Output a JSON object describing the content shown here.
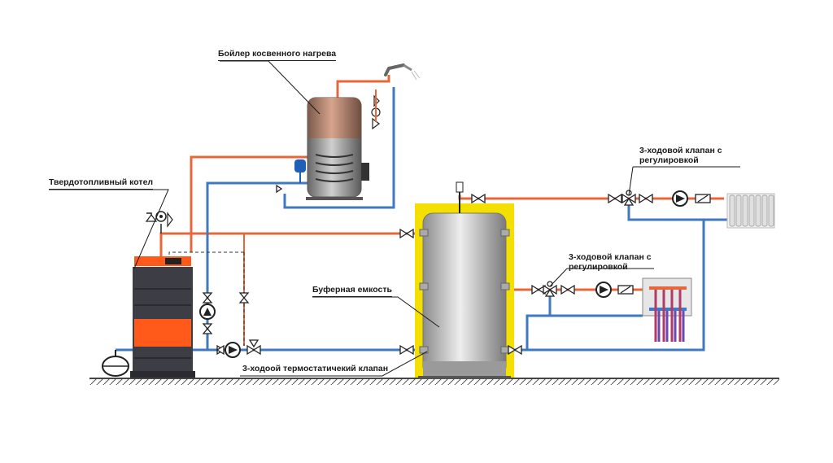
{
  "labels": {
    "indirect_boiler": "Бойлер косвенного нагрева",
    "solid_fuel_boiler": "Твердотопливный котел",
    "buffer_tank": "Буферная емкость",
    "thermostatic_valve": "3-ходоой термостатичекий клапан",
    "valve_radiators": "3-ходовой клапан с\nрегулировкой",
    "valve_floor": "3-ходовой клапан с\nрегулировкой"
  },
  "colors": {
    "hot_pipe": "#e8673a",
    "cold_pipe": "#3f79c0",
    "boiler_body": "#ff5a1a",
    "boiler_dark": "#3d3d45",
    "tank_insulation": "#f3e000",
    "tank_body": "#c0c0c0",
    "ground": "#444444"
  },
  "icons": [
    "pump-icon",
    "valve-icon",
    "three-way-valve-icon",
    "expansion-tank-icon",
    "safety-group-icon",
    "check-valve-icon",
    "radiator-icon",
    "manifold-icon",
    "faucet-icon"
  ]
}
